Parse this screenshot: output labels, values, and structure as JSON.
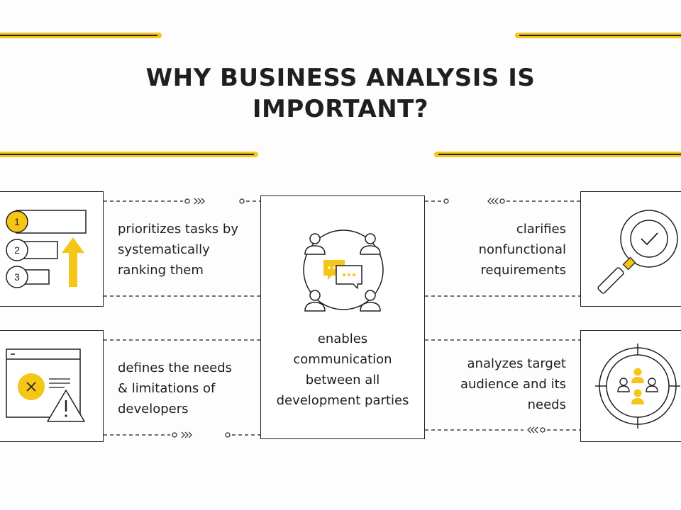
{
  "title": {
    "line1": "WHY BUSINESS ANALYSIS IS",
    "line2": "IMPORTANT?"
  },
  "colors": {
    "accent": "#f5c518",
    "ink": "#1e1e1e",
    "background": "#fdfdfd"
  },
  "cards": {
    "top_left": {
      "icon": "ranked-list-icon",
      "rank_numbers": [
        "1",
        "2",
        "3"
      ],
      "lines": [
        "prioritizes tasks by",
        "systematically",
        "ranking them"
      ]
    },
    "top_right": {
      "icon": "magnifier-check-icon",
      "lines": [
        "clarifies",
        "nonfunctional",
        "requirements"
      ]
    },
    "bottom_left": {
      "icon": "window-warning-icon",
      "lines": [
        "defines the needs",
        "& limitations of",
        "developers"
      ]
    },
    "bottom_right": {
      "icon": "target-audience-icon",
      "lines": [
        "analyzes target",
        "audience and its",
        "needs"
      ]
    },
    "center": {
      "icon": "team-communication-icon",
      "lines": [
        "enables",
        "communication",
        "between all",
        "development parties"
      ]
    }
  }
}
